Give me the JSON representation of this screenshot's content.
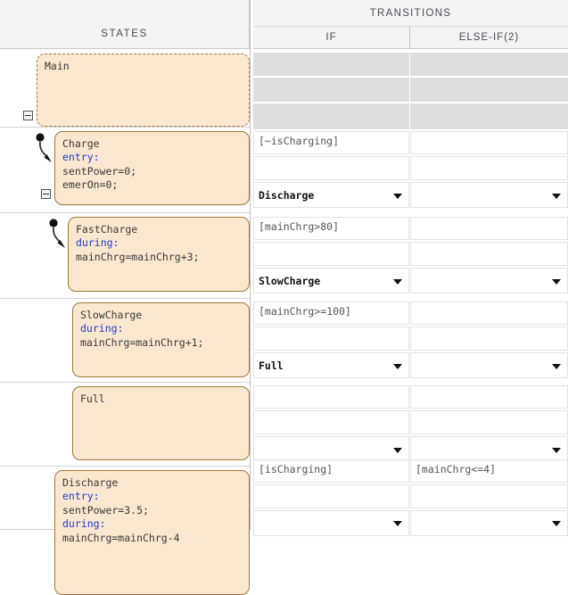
{
  "panels": {
    "states": {
      "title": "STATES"
    },
    "transitions": {
      "title": "TRANSITIONS",
      "columns": [
        {
          "label": "IF"
        },
        {
          "label": "ELSE-IF(2)"
        }
      ]
    }
  },
  "colors": {
    "state_fill": "#fae7d0",
    "state_border": "#a0763a",
    "keyword": "#1f3dd0",
    "header_bg": "#f4f4f4",
    "disabled_cell": "#dedede"
  },
  "states": [
    {
      "name": "Main",
      "style": "dashed",
      "collapse_icon": "minus-box-icon",
      "has_default_transition": false,
      "lines": [
        {
          "text": "Main",
          "kind": "name"
        }
      ]
    },
    {
      "name": "Charge",
      "style": "solid",
      "collapse_icon": "minus-box-icon",
      "has_default_transition": true,
      "lines": [
        {
          "text": "Charge",
          "kind": "name"
        },
        {
          "text": "entry:",
          "kind": "keyword"
        },
        {
          "text": "sentPower=0;",
          "kind": "code"
        },
        {
          "text": "emerOn=0;",
          "kind": "code"
        }
      ]
    },
    {
      "name": "FastCharge",
      "style": "solid",
      "collapse_icon": null,
      "has_default_transition": true,
      "lines": [
        {
          "text": "FastCharge",
          "kind": "name"
        },
        {
          "text": "during:",
          "kind": "keyword"
        },
        {
          "text": "mainChrg=mainChrg+3;",
          "kind": "code"
        }
      ]
    },
    {
      "name": "SlowCharge",
      "style": "solid",
      "collapse_icon": null,
      "has_default_transition": false,
      "lines": [
        {
          "text": "SlowCharge",
          "kind": "name"
        },
        {
          "text": "during:",
          "kind": "keyword"
        },
        {
          "text": "mainChrg=mainChrg+1;",
          "kind": "code"
        }
      ]
    },
    {
      "name": "Full",
      "style": "solid",
      "collapse_icon": null,
      "has_default_transition": false,
      "lines": [
        {
          "text": "Full",
          "kind": "name"
        }
      ]
    },
    {
      "name": "Discharge",
      "style": "solid",
      "collapse_icon": null,
      "has_default_transition": false,
      "lines": [
        {
          "text": "Discharge",
          "kind": "name"
        },
        {
          "text": "entry:",
          "kind": "keyword"
        },
        {
          "text": "sentPower=3.5;",
          "kind": "code"
        },
        {
          "text": "during:",
          "kind": "keyword"
        },
        {
          "text": "mainChrg=mainChrg-4",
          "kind": "code"
        }
      ]
    }
  ],
  "transition_groups": [
    {
      "for_state": "Main",
      "disabled": true,
      "if": {
        "condition": "",
        "action": "",
        "destination": ""
      },
      "elseif2": {
        "condition": "",
        "action": "",
        "destination": ""
      }
    },
    {
      "for_state": "Charge",
      "disabled": false,
      "if": {
        "condition": "[~isCharging]",
        "action": "",
        "destination": "Discharge"
      },
      "elseif2": {
        "condition": "",
        "action": "",
        "destination": ""
      }
    },
    {
      "for_state": "FastCharge",
      "disabled": false,
      "if": {
        "condition": "[mainChrg>80]",
        "action": "",
        "destination": "SlowCharge"
      },
      "elseif2": {
        "condition": "",
        "action": "",
        "destination": ""
      }
    },
    {
      "for_state": "SlowCharge",
      "disabled": false,
      "if": {
        "condition": "[mainChrg>=100]",
        "action": "",
        "destination": "Full"
      },
      "elseif2": {
        "condition": "",
        "action": "",
        "destination": ""
      }
    },
    {
      "for_state": "Full",
      "disabled": false,
      "if": {
        "condition": "",
        "action": "",
        "destination": ""
      },
      "elseif2": {
        "condition": "",
        "action": "",
        "destination": ""
      }
    },
    {
      "for_state": "Discharge",
      "disabled": false,
      "if": {
        "condition": "[isCharging]",
        "action": "",
        "destination": ""
      },
      "elseif2": {
        "condition": "[mainChrg<=4]",
        "action": "",
        "destination": ""
      }
    }
  ]
}
